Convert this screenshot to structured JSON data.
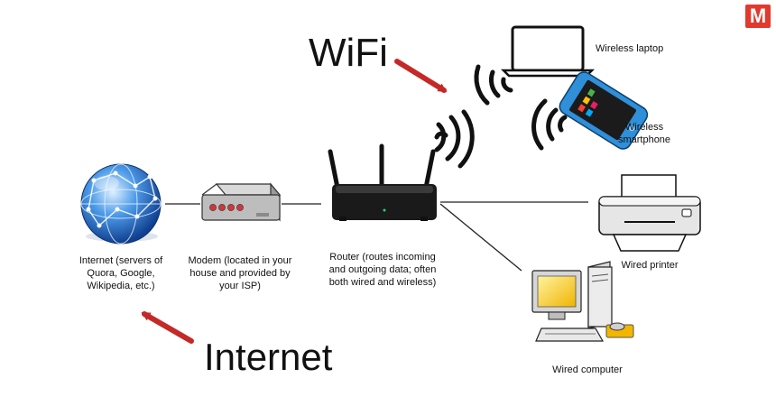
{
  "labels": {
    "wifi": "WiFi",
    "internet": "Internet",
    "internet_node": "Internet (servers of Quora, Google, Wikipedia, etc.)",
    "modem": "Modem (located in your house and provided by your ISP)",
    "router": "Router (routes incoming and outgoing data; often both wired and wireless)",
    "laptop": "Wireless laptop",
    "smartphone": "Wireless smartphone",
    "printer": "Wired printer",
    "computer": "Wired computer"
  },
  "logo": "M",
  "colors": {
    "arrow": "#c62828",
    "logo": "#e03a2f",
    "phone": "#2f8fd8",
    "globe": "#2a6fc9",
    "monitor": "#f5c400"
  }
}
